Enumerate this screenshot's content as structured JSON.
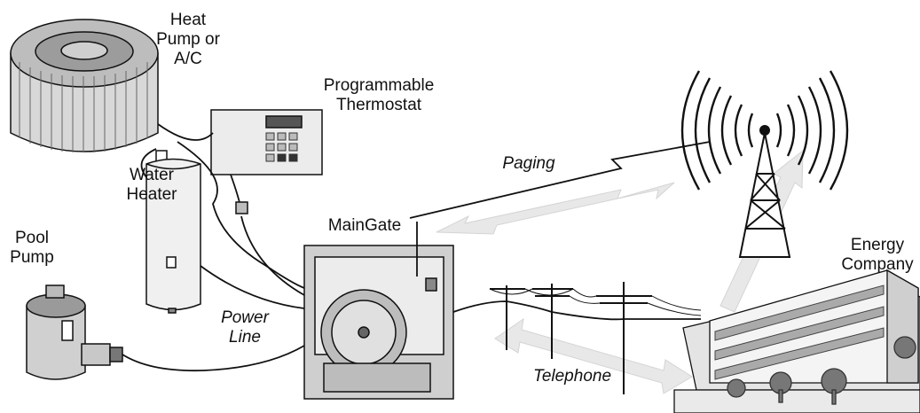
{
  "labels": {
    "heat_pump_line1": "Heat",
    "heat_pump_line2": "Pump or",
    "heat_pump_line3": "A/C",
    "thermostat_line1": "Programmable",
    "thermostat_line2": "Thermostat",
    "water_heater_line1": "Water",
    "water_heater_line2": "Heater",
    "pool_pump_line1": "Pool",
    "pool_pump_line2": "Pump",
    "maingate": "MainGate",
    "paging": "Paging",
    "power_line_line1": "Power",
    "power_line_line2": "Line",
    "energy_company_line1": "Energy",
    "energy_company_line2": "Company",
    "telephone": "Telephone"
  },
  "colors": {
    "stroke": "#111111",
    "arrow_fill": "#e6e6e6",
    "device_fill": "#dcdcdc",
    "light_fill": "#f2f2f2"
  }
}
